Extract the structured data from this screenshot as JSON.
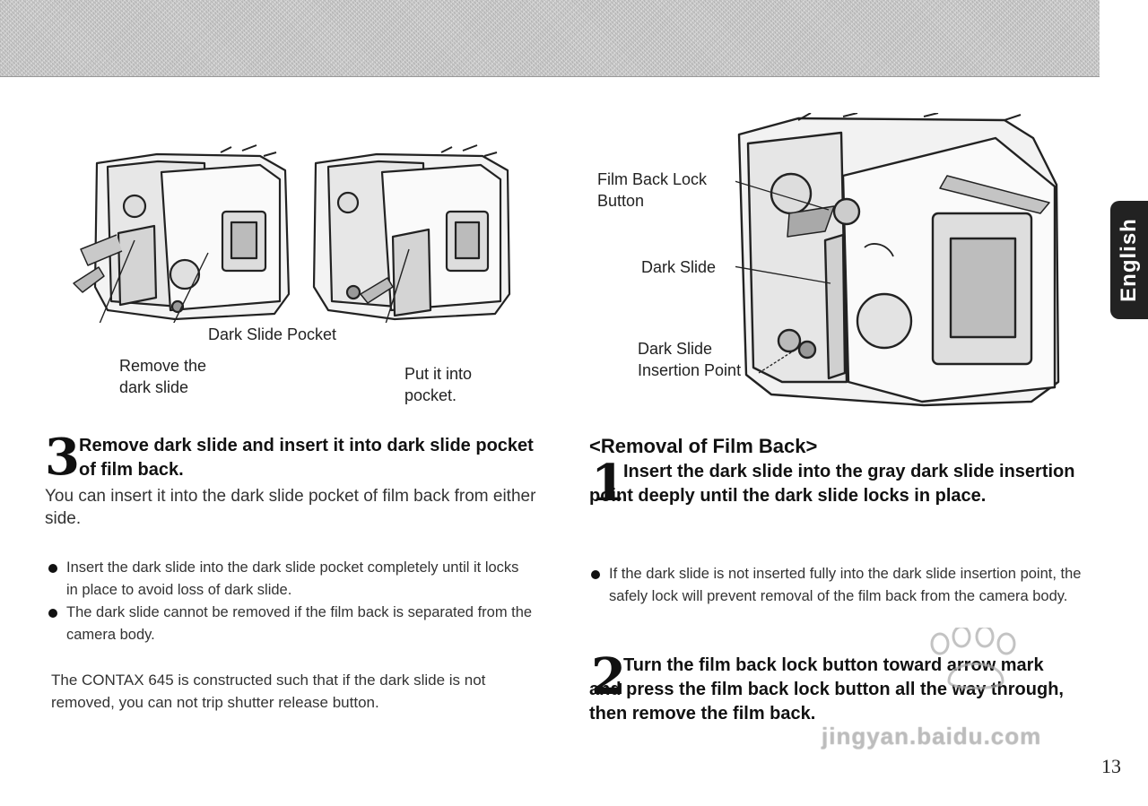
{
  "left_figure": {
    "callouts": {
      "pocket": "Dark Slide Pocket",
      "remove": "Remove the\ndark slide",
      "put": "Put it into\npocket."
    }
  },
  "right_figure": {
    "callouts": {
      "lock_button": "Film Back Lock\nButton",
      "dark_slide": "Dark Slide",
      "insertion_point": "Dark Slide\nInsertion Point"
    }
  },
  "step3": {
    "number": "3",
    "title": "Remove dark slide and insert it into dark slide pocket of film back.",
    "body": "You can insert it into the dark slide pocket of film back from either side.",
    "bullets": [
      "Insert the dark slide into the dark slide pocket completely until it locks in place to avoid loss of dark slide.",
      "The dark slide cannot be removed if the film back is separated from the camera body."
    ],
    "note": "The CONTAX 645 is constructed such that if the dark slide is not removed, you can not trip shutter release button."
  },
  "removal": {
    "heading": "<Removal of Film Back>",
    "step1": {
      "number": "1",
      "title": "Insert the dark slide into the gray dark slide insertion point deeply until the dark slide locks in place.",
      "bullet": "If the dark slide is not inserted fully into the dark slide insertion point, the safely lock will prevent removal of the film back from the camera body."
    },
    "step2": {
      "number": "2",
      "title": "Turn the film back lock button toward arrow mark and press the film back lock button all the way through, then remove the film back."
    }
  },
  "language_tab": "English",
  "watermark": "jingyan.baidu.com",
  "page_number": "13"
}
